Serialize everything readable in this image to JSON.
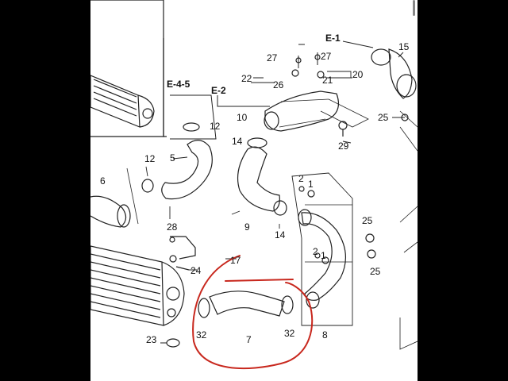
{
  "refs": {
    "e1": "E-1",
    "e2": "E-2",
    "e45": "E-4-5"
  },
  "parts": {
    "p5": "5",
    "p6": "6",
    "p7": "7",
    "p8": "8",
    "p9": "9",
    "p10": "10",
    "p12a": "12",
    "p12b": "12",
    "p14a": "14",
    "p14b": "14",
    "p15": "15",
    "p17": "17",
    "p20": "20",
    "p21": "21",
    "p22": "22",
    "p23": "23",
    "p24": "24",
    "p25a": "25",
    "p25b": "25",
    "p25c": "25",
    "p26": "26",
    "p27a": "27",
    "p27b": "27",
    "p28": "28",
    "p29": "29",
    "p1a": "1",
    "p1b": "1",
    "p2a": "2",
    "p2b": "2",
    "p32a": "32",
    "p32b": "32"
  },
  "colors": {
    "ink": "#222222",
    "annotation": "#c8281e",
    "background": "#ffffff"
  }
}
